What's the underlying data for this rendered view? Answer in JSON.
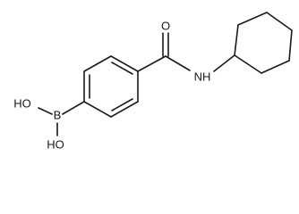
{
  "molecule": {
    "atoms": {
      "oxygen": "O",
      "nitrogen_hydrogen": "NH",
      "boron": "B",
      "hydroxyl_top": "HO",
      "hydroxyl_bottom": "HO"
    },
    "colors": {
      "bond": "#1a1a1a",
      "label": "#1a1a1a",
      "background": "#ffffff"
    }
  }
}
